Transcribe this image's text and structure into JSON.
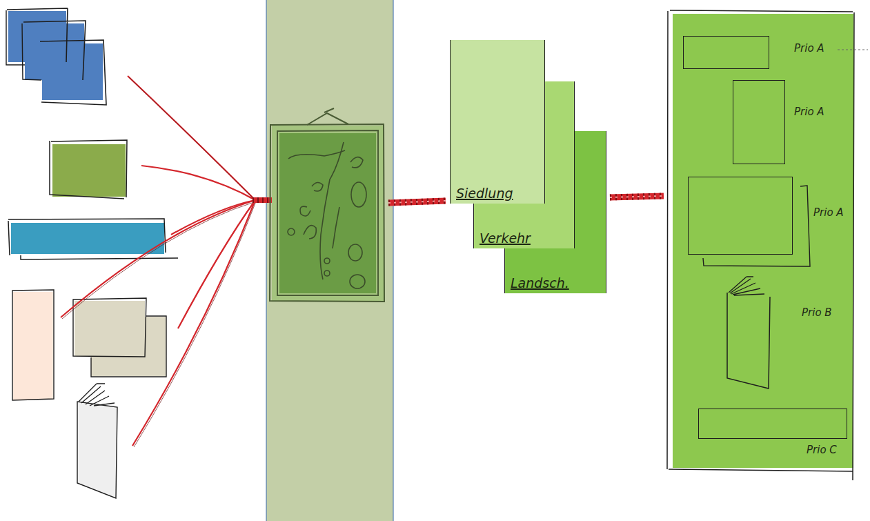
{
  "diagram": {
    "nodes": [
      {
        "text": [
          "Siedlung"
        ]
      },
      {
        "text": [
          "Verkehr"
        ]
      },
      {
        "text": [
          "Landsch."
        ]
      },
      {
        "text": [
          "Prio A"
        ]
      },
      {
        "text": [
          "Prio A"
        ]
      },
      {
        "text": [
          "Prio A"
        ]
      },
      {
        "text": [
          "Prio B"
        ]
      },
      {
        "text": [
          "Prio C"
        ]
      }
    ]
  }
}
